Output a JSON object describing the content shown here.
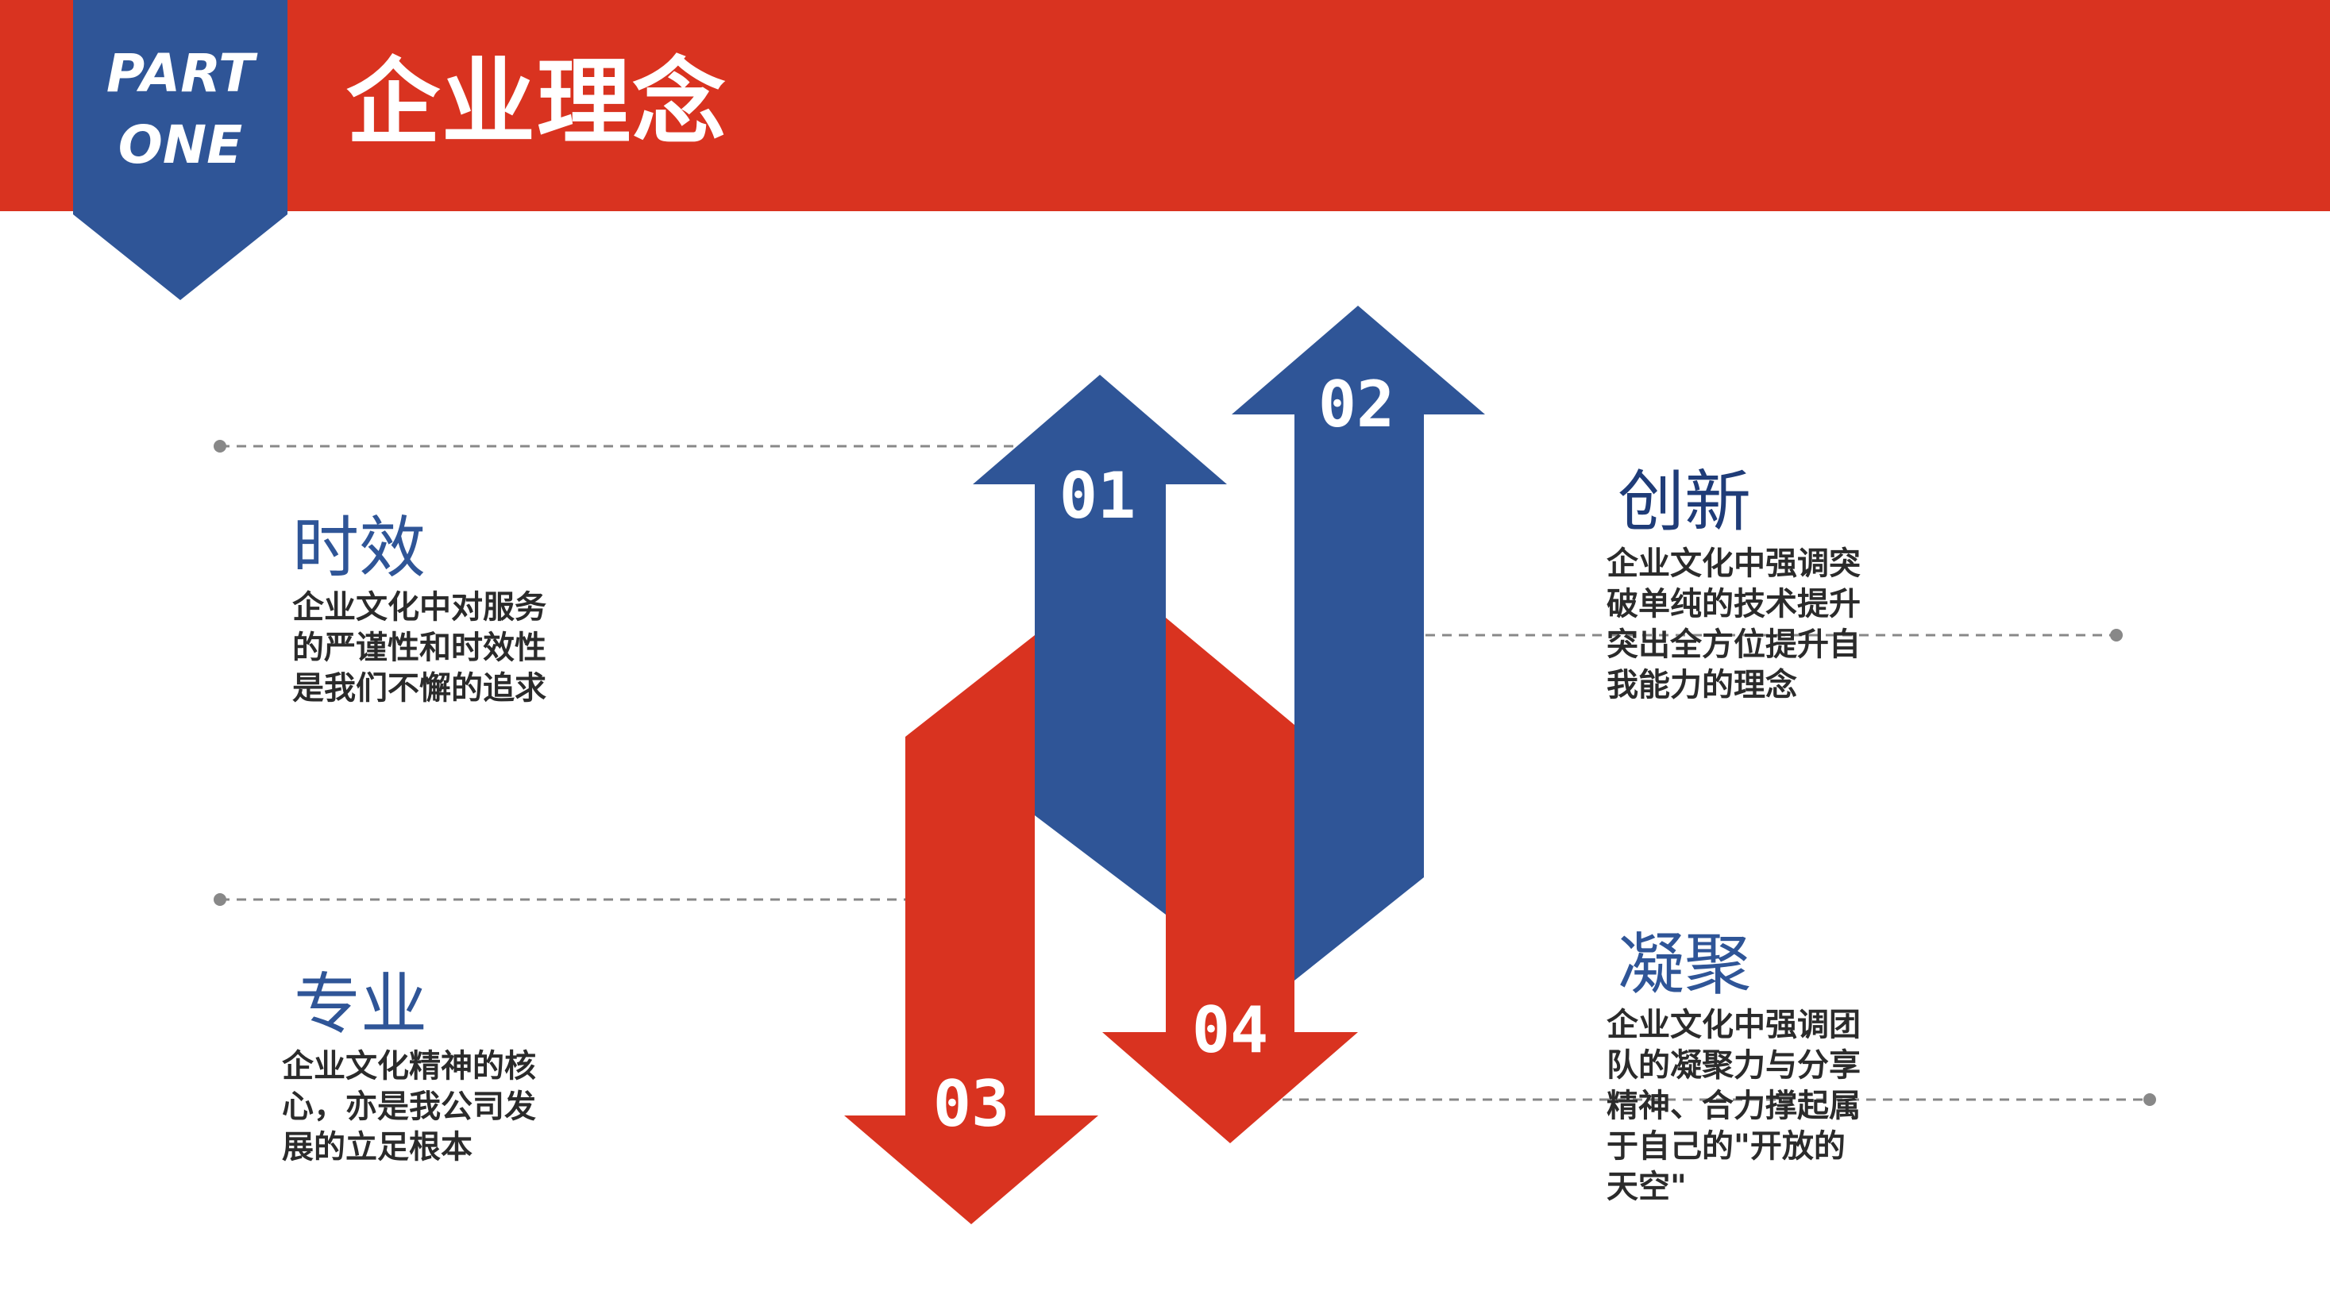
{
  "header": {
    "badge_line1": "PART",
    "badge_line2": "ONE",
    "title": "企业理念"
  },
  "colors": {
    "red": "#d93320",
    "blue": "#2f5597"
  },
  "arrows": [
    {
      "number": "01",
      "direction": "up",
      "color": "#2f5597"
    },
    {
      "number": "02",
      "direction": "up",
      "color": "#2f5597"
    },
    {
      "number": "03",
      "direction": "down",
      "color": "#d93320"
    },
    {
      "number": "04",
      "direction": "down",
      "color": "#d93320"
    }
  ],
  "items": {
    "timeliness": {
      "title": "时效",
      "lines": [
        "企业文化中对服务",
        "的严谨性和时效性",
        "是我们不懈的追求"
      ]
    },
    "innovation": {
      "title": "创新",
      "lines": [
        "企业文化中强调突",
        "破单纯的技术提升",
        "突出全方位提升自",
        "我能力的理念"
      ]
    },
    "professional": {
      "title": "专业",
      "lines": [
        "企业文化精神的核",
        "心，亦是我公司发",
        "展的立足根本"
      ]
    },
    "cohesion": {
      "title": "凝聚",
      "lines": [
        "企业文化中强调团",
        "队的凝聚力与分享",
        "精神、合力撑起属",
        "于自己的\"开放的",
        "天空\""
      ]
    }
  }
}
